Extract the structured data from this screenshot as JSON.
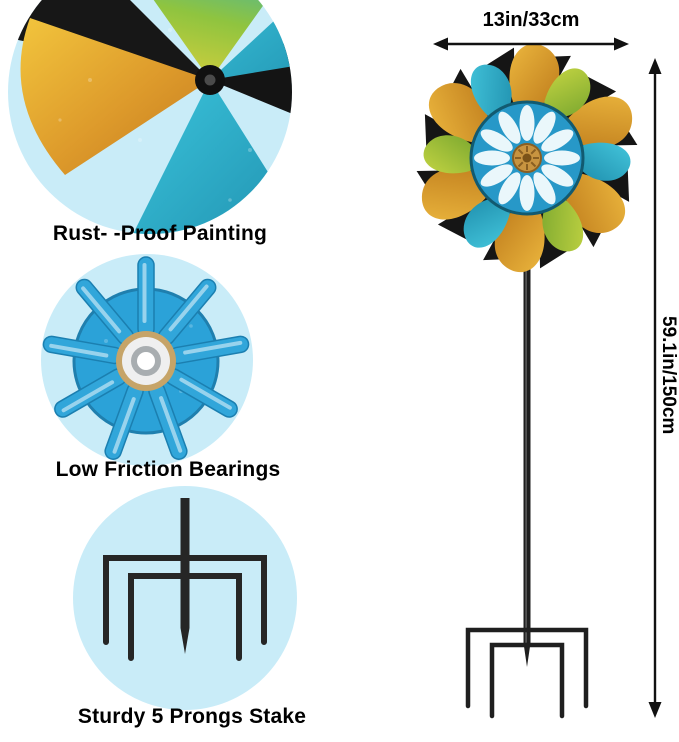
{
  "page": {
    "background": "#ffffff"
  },
  "callouts": [
    {
      "id": "rust-proof-painting",
      "label": "Rust- -Proof Painting"
    },
    {
      "id": "low-friction-bearings",
      "label": "Low Friction Bearings"
    },
    {
      "id": "sturdy-5-prongs-stake",
      "label": "Sturdy 5 Prongs Stake"
    }
  ],
  "dimensions": {
    "width_label": "13in/33cm",
    "height_label": "59.1in/150cm"
  },
  "colors": {
    "callout_circle_bg": "#c9ecf8",
    "arrow": "#111111",
    "label_text": "#000000",
    "spinner_blue": "#2798c8",
    "spinner_orange": "#d9952b",
    "spinner_green": "#9dc13b",
    "spinner_teal": "#2fb3cf",
    "bearing_blue": "#2ba2d8",
    "metal_dark": "#1f1f1f",
    "hub_gold": "#c89440"
  }
}
